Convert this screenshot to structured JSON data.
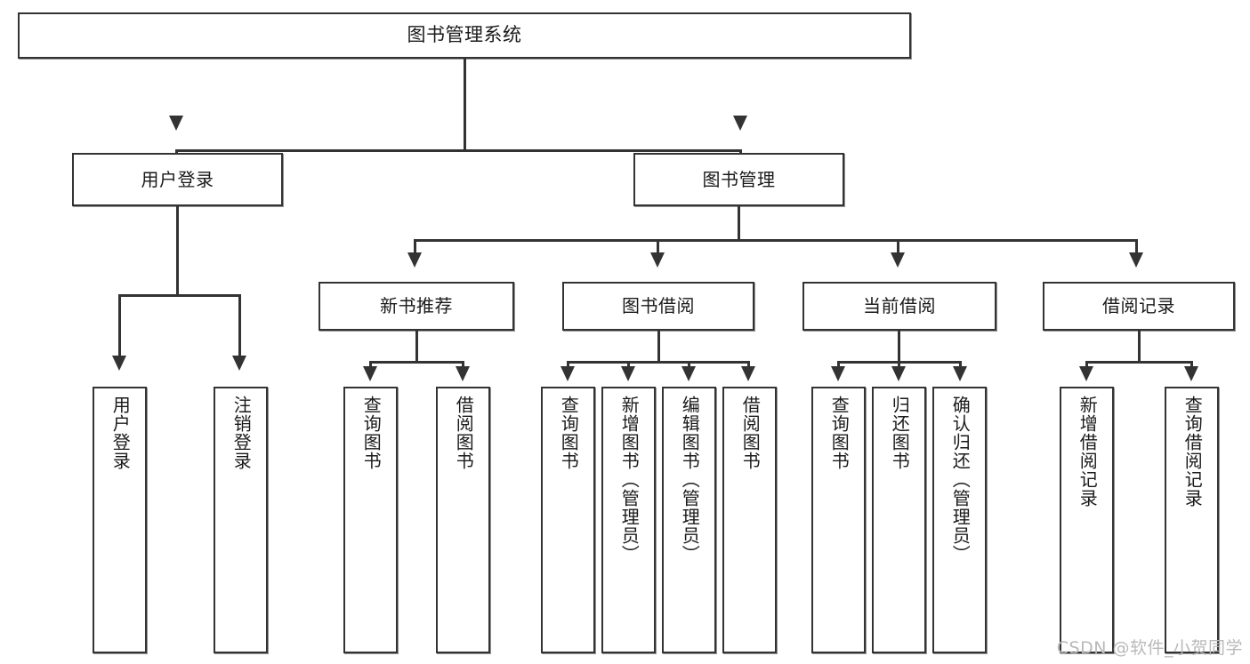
{
  "diagram": {
    "title": "图书管理系统",
    "type": "tree-hierarchy",
    "root": {
      "label": "图书管理系统"
    },
    "level1": [
      {
        "label": "用户登录"
      },
      {
        "label": "图书管理"
      }
    ],
    "level2": [
      {
        "label": "新书推荐"
      },
      {
        "label": "图书借阅"
      },
      {
        "label": "当前借阅"
      },
      {
        "label": "借阅记录"
      }
    ],
    "leaves": {
      "user_login": [
        {
          "label": "用户登录"
        },
        {
          "label": "注销登录"
        }
      ],
      "new_book_recommend": [
        {
          "label": "查询图书"
        },
        {
          "label": "借阅图书"
        }
      ],
      "book_borrow": [
        {
          "label": "查询图书"
        },
        {
          "label": "新增图书（管理员）"
        },
        {
          "label": "编辑图书（管理员）"
        },
        {
          "label": "借阅图书"
        }
      ],
      "current_borrow": [
        {
          "label": "查询图书"
        },
        {
          "label": "归还图书"
        },
        {
          "label": "确认归还（管理员）"
        }
      ],
      "borrow_record": [
        {
          "label": "新增借阅记录"
        },
        {
          "label": "查询借阅记录"
        }
      ]
    }
  },
  "watermark": {
    "text": "CSDN @软件_小贺同学"
  },
  "colors": {
    "stroke": "#333333",
    "fill": "#ffffff",
    "text": "#1a1a1a",
    "watermark": "#b9b9b9"
  }
}
